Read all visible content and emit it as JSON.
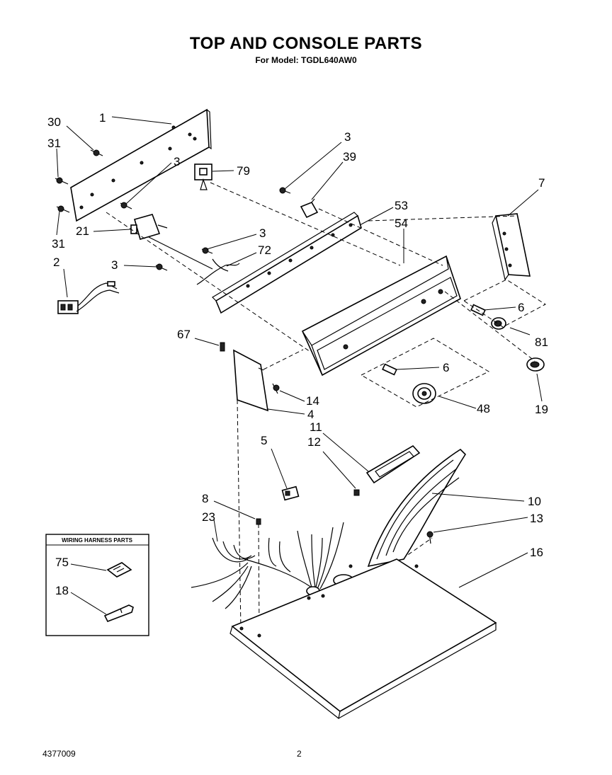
{
  "header": {
    "title": "TOP AND CONSOLE PARTS",
    "subtitle": "For Model: TGDL640AW0"
  },
  "footer": {
    "doc_number": "4377009",
    "page_number": "2"
  },
  "inset": {
    "title": "WIRING HARNESS PARTS",
    "labels": [
      "75",
      "18"
    ]
  },
  "callouts": [
    {
      "text": "1"
    },
    {
      "text": "30"
    },
    {
      "text": "31"
    },
    {
      "text": "3"
    },
    {
      "text": "31"
    },
    {
      "text": "21"
    },
    {
      "text": "2"
    },
    {
      "text": "3"
    },
    {
      "text": "79"
    },
    {
      "text": "3"
    },
    {
      "text": "39"
    },
    {
      "text": "3"
    },
    {
      "text": "72"
    },
    {
      "text": "53"
    },
    {
      "text": "54"
    },
    {
      "text": "7"
    },
    {
      "text": "6"
    },
    {
      "text": "81"
    },
    {
      "text": "67"
    },
    {
      "text": "6"
    },
    {
      "text": "14"
    },
    {
      "text": "4"
    },
    {
      "text": "48"
    },
    {
      "text": "19"
    },
    {
      "text": "11"
    },
    {
      "text": "12"
    },
    {
      "text": "5"
    },
    {
      "text": "10"
    },
    {
      "text": "8"
    },
    {
      "text": "23"
    },
    {
      "text": "13"
    },
    {
      "text": "16"
    }
  ]
}
